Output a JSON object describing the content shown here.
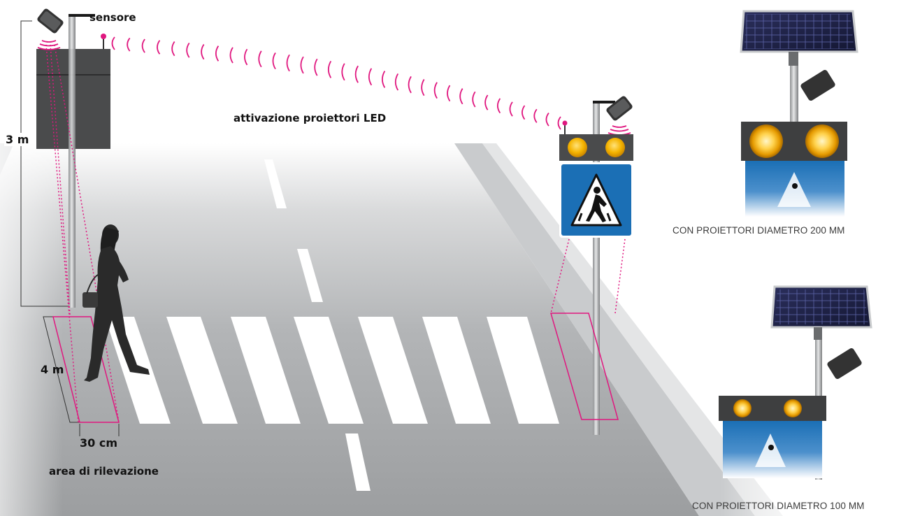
{
  "labels": {
    "sensor": "sensore",
    "activation": "attivazione proiettori LED",
    "height": "3 m",
    "length": "4 m",
    "width": "30 cm",
    "detection_area": "area di rilevazione"
  },
  "products": [
    {
      "caption": "CON PROIETTORI DIAMETRO 200 MM"
    },
    {
      "caption": "CON PROIETTORI DIAMETRO 100 MM"
    }
  ],
  "colors": {
    "signal": "#e0177f",
    "road": "#a9abad",
    "sign_blue": "#1b6fb5",
    "lamp": "#f5a800",
    "cabinet": "#4a4b4c"
  }
}
